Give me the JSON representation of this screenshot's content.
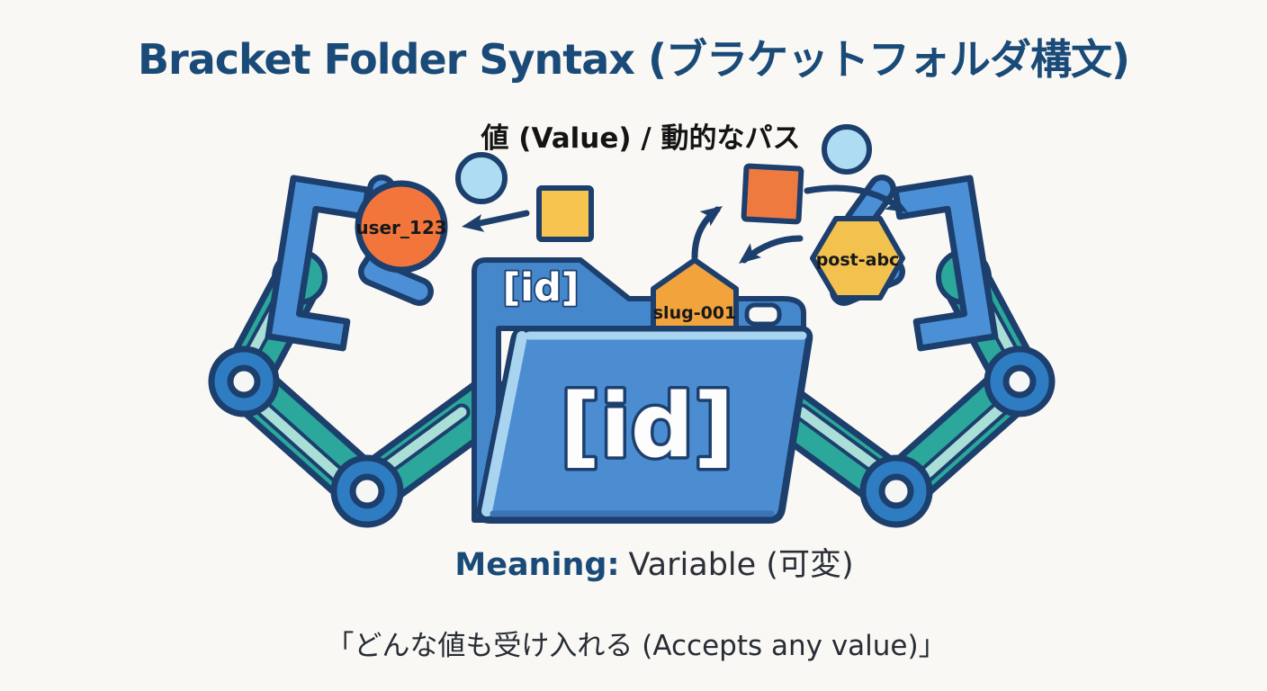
{
  "title": "Bracket Folder Syntax (ブラケットフォルダ構文)",
  "subtitle": "値 (Value) / 動的なパス",
  "diagram": {
    "folder_tab_label": "[id]",
    "folder_front_label": "[id]",
    "value_examples": {
      "circle": "user_123",
      "pentagon": "slug-001",
      "hexagon": "post-abc"
    }
  },
  "meaning": {
    "label": "Meaning:",
    "value": "Variable (可変)"
  },
  "quote": "「どんな値も受け入れる (Accepts any value)」",
  "colors": {
    "background": "#FAF8F4",
    "title_navy": "#1A4B78",
    "outline_navy": "#1C3F6D",
    "folder_blue": "#4587CB",
    "flap_blue": "#4C8DD2",
    "bevel_light_blue": "#A9D4F0",
    "arm_teal": "#2BA79B",
    "arm_teal_light": "#A9DFD7",
    "joint_blue": "#2E7DC2",
    "orange": "#F2763B",
    "pentagon_orange": "#F2A33C",
    "yellow": "#F6C44F",
    "light_blue": "#AEDCF2"
  }
}
